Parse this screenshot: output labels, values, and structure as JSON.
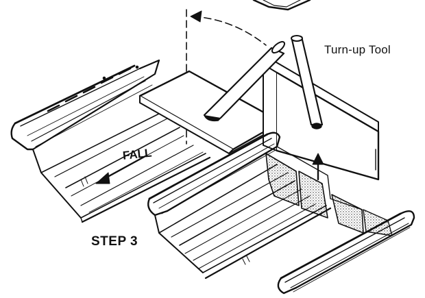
{
  "labels": {
    "tool": "Turn-up Tool",
    "fall": "FALL",
    "step": "STEP 3"
  },
  "colors": {
    "ink": "#111111",
    "paper": "#ffffff"
  }
}
